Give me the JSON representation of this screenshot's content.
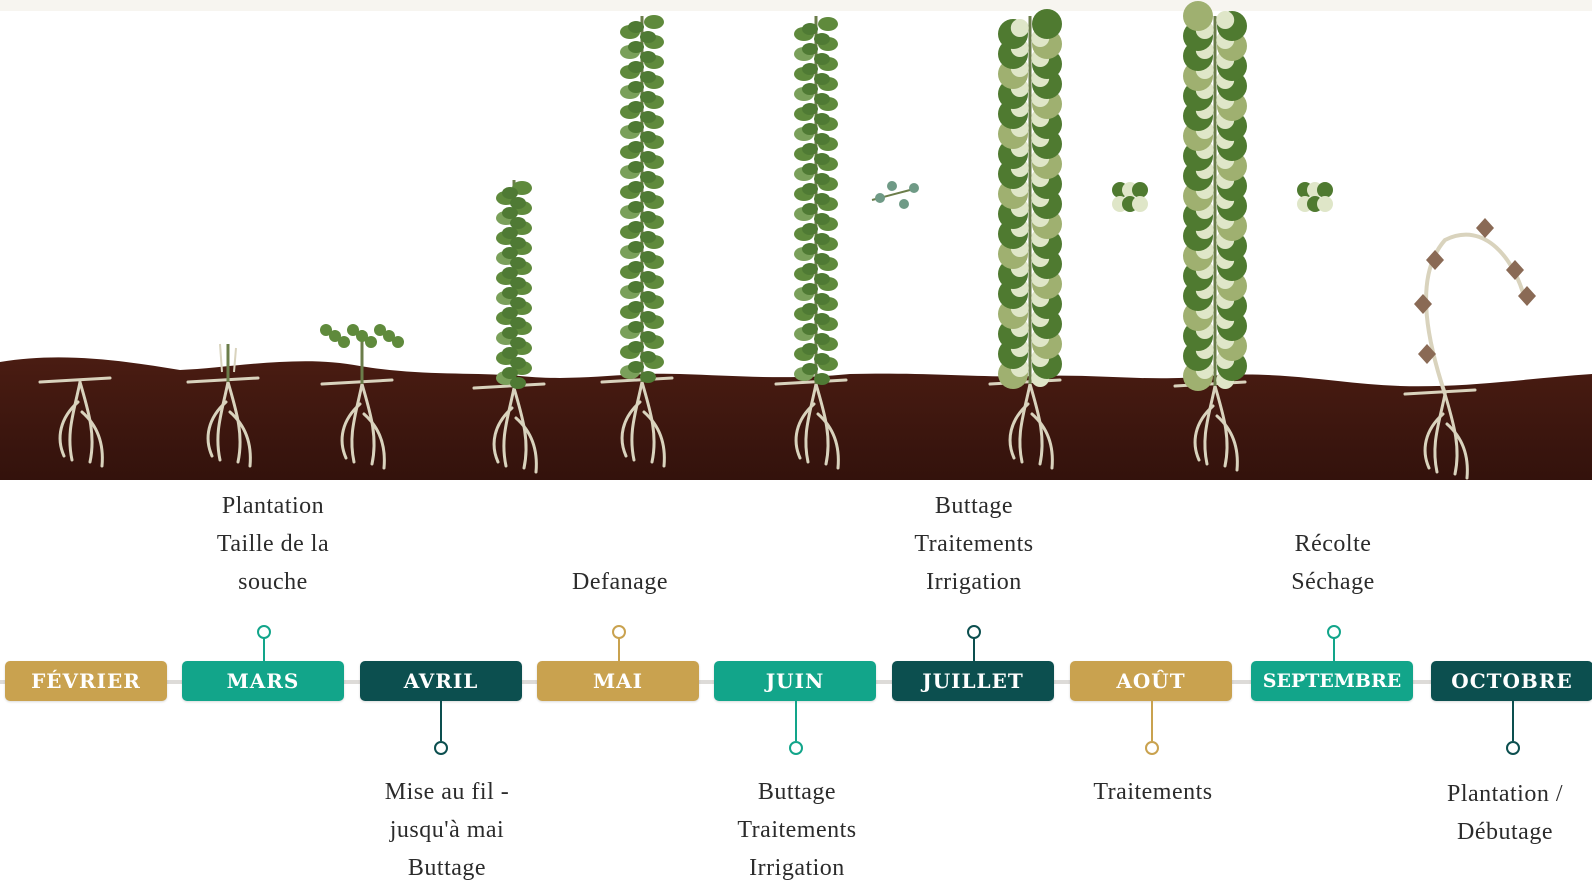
{
  "colors": {
    "gold": "#c9a24f",
    "teal": "#12a58a",
    "dark_teal": "#0c4f4f",
    "soil": "#3f1710",
    "foliage": "#5f8a3c",
    "root": "#d9d3bd"
  },
  "timeline": {
    "months": [
      {
        "label": "FÉVRIER",
        "color": "#c9a24f"
      },
      {
        "label": "MARS",
        "color": "#12a58a"
      },
      {
        "label": "AVRIL",
        "color": "#0c4f4f"
      },
      {
        "label": "MAI",
        "color": "#c9a24f"
      },
      {
        "label": "JUIN",
        "color": "#12a58a"
      },
      {
        "label": "JUILLET",
        "color": "#0c4f4f"
      },
      {
        "label": "AOÛT",
        "color": "#c9a24f"
      },
      {
        "label": "SEPTEMBRE",
        "color": "#12a58a"
      },
      {
        "label": "OCTOBRE",
        "color": "#0c4f4f"
      }
    ],
    "tasks": {
      "mars": [
        "Plantation",
        "Taille de la",
        "souche"
      ],
      "avril": [
        "Mise au fil -",
        "jusqu'à mai",
        "Buttage"
      ],
      "mai": [
        "Defanage"
      ],
      "juin": [
        "Buttage",
        "Traitements",
        "Irrigation"
      ],
      "juillet": [
        "Buttage",
        "Traitements",
        "Irrigation"
      ],
      "aout": [
        "Traitements"
      ],
      "septembre": [
        "Récolte",
        "Séchage"
      ],
      "octobre": [
        "Plantation /",
        "Débutage"
      ]
    }
  },
  "plants": [
    {
      "stage": "bare-root",
      "leaves": "none"
    },
    {
      "stage": "sprouting",
      "leaves": "none"
    },
    {
      "stage": "small-bush",
      "leaves": "green"
    },
    {
      "stage": "climbing",
      "leaves": "green"
    },
    {
      "stage": "tall",
      "leaves": "green"
    },
    {
      "stage": "tall",
      "leaves": "green"
    },
    {
      "stage": "flowering",
      "leaves": "cones"
    },
    {
      "stage": "flowering",
      "leaves": "cones"
    },
    {
      "stage": "wilting",
      "leaves": "dry"
    }
  ]
}
